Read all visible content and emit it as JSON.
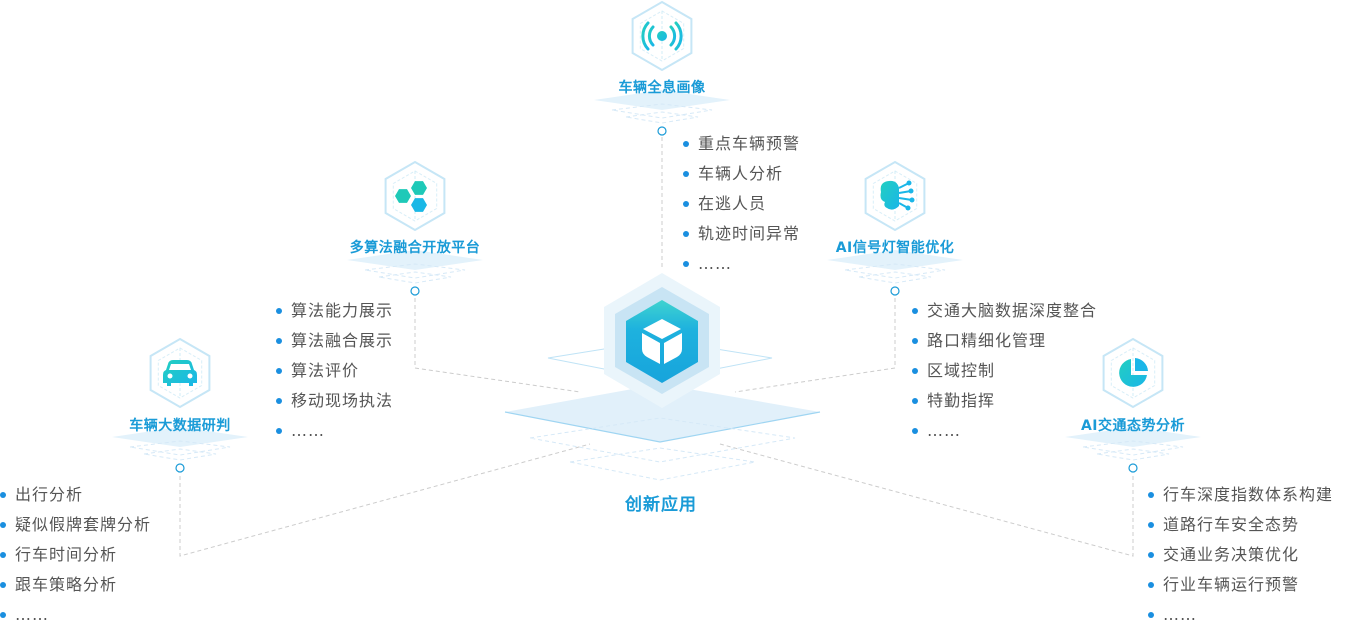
{
  "colors": {
    "accent": "#1a9bd7",
    "bullet": "#1a8fe0",
    "text": "#555555",
    "connector": "#cccccc",
    "hex_outline": "#b9e2f5",
    "platform": "#e3f2fb",
    "icon_gradient_start": "#22cfc0",
    "icon_gradient_end": "#1ab6e8"
  },
  "center": {
    "label": "创新应用",
    "icon": "cube-icon"
  },
  "nodes": [
    {
      "id": "vehicle-profile",
      "title": "车辆全息画像",
      "icon": "signal-broadcast-icon",
      "items": [
        "重点车辆预警",
        "车辆人分析",
        "在逃人员",
        "轨迹时间异常",
        "……"
      ]
    },
    {
      "id": "algorithm-platform",
      "title": "多算法融合开放平台",
      "icon": "hexagon-cluster-icon",
      "items": [
        "算法能力展示",
        "算法融合展示",
        "算法评价",
        "移动现场执法",
        "……"
      ]
    },
    {
      "id": "ai-signal",
      "title": "AI信号灯智能优化",
      "icon": "ai-brain-circuit-icon",
      "items": [
        "交通大脑数据深度整合",
        "路口精细化管理",
        "区域控制",
        "特勤指挥",
        "……"
      ]
    },
    {
      "id": "vehicle-bigdata",
      "title": "车辆大数据研判",
      "icon": "car-icon",
      "items": [
        "出行分析",
        "疑似假牌套牌分析",
        "行车时间分析",
        "跟车策略分析",
        "……"
      ]
    },
    {
      "id": "ai-traffic",
      "title": "AI交通态势分析",
      "icon": "pie-chart-icon",
      "items": [
        "行车深度指数体系构建",
        "道路行车安全态势",
        "交通业务决策优化",
        "行业车辆运行预警",
        "……"
      ]
    }
  ]
}
